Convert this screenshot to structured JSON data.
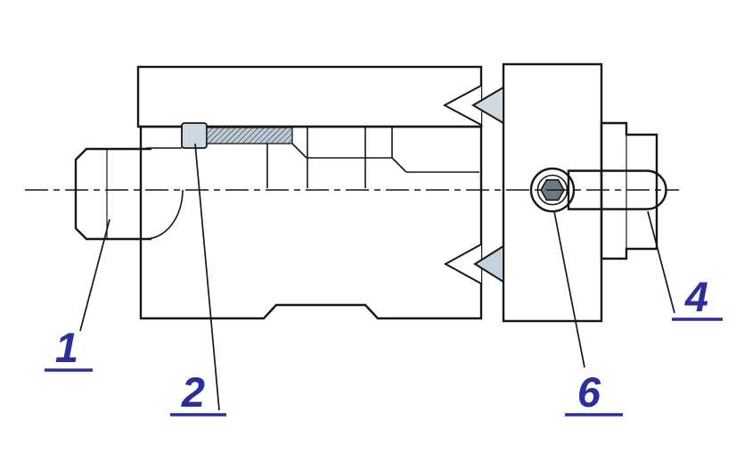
{
  "figure": {
    "type": "technical-section-drawing",
    "description": "Sectioned side view of a cylindrical coupling assembly with numbered part callouts"
  },
  "callouts": [
    {
      "label": "1",
      "target": "inlet-port"
    },
    {
      "label": "2",
      "target": "seal-collar"
    },
    {
      "label": "4",
      "target": "piston-rod-end"
    },
    {
      "label": "6",
      "target": "socket-screw"
    }
  ],
  "colors": {
    "background": "#ffffff",
    "part_fill": "#c9d7e0",
    "part_fill_light": "#e7eef3",
    "part_fill_dark": "#afc2ce",
    "hatch_fill": "#c8d6df",
    "hex_fill": "#6b7a80",
    "outline": "#161616",
    "label_color": "#2b2f9b"
  }
}
